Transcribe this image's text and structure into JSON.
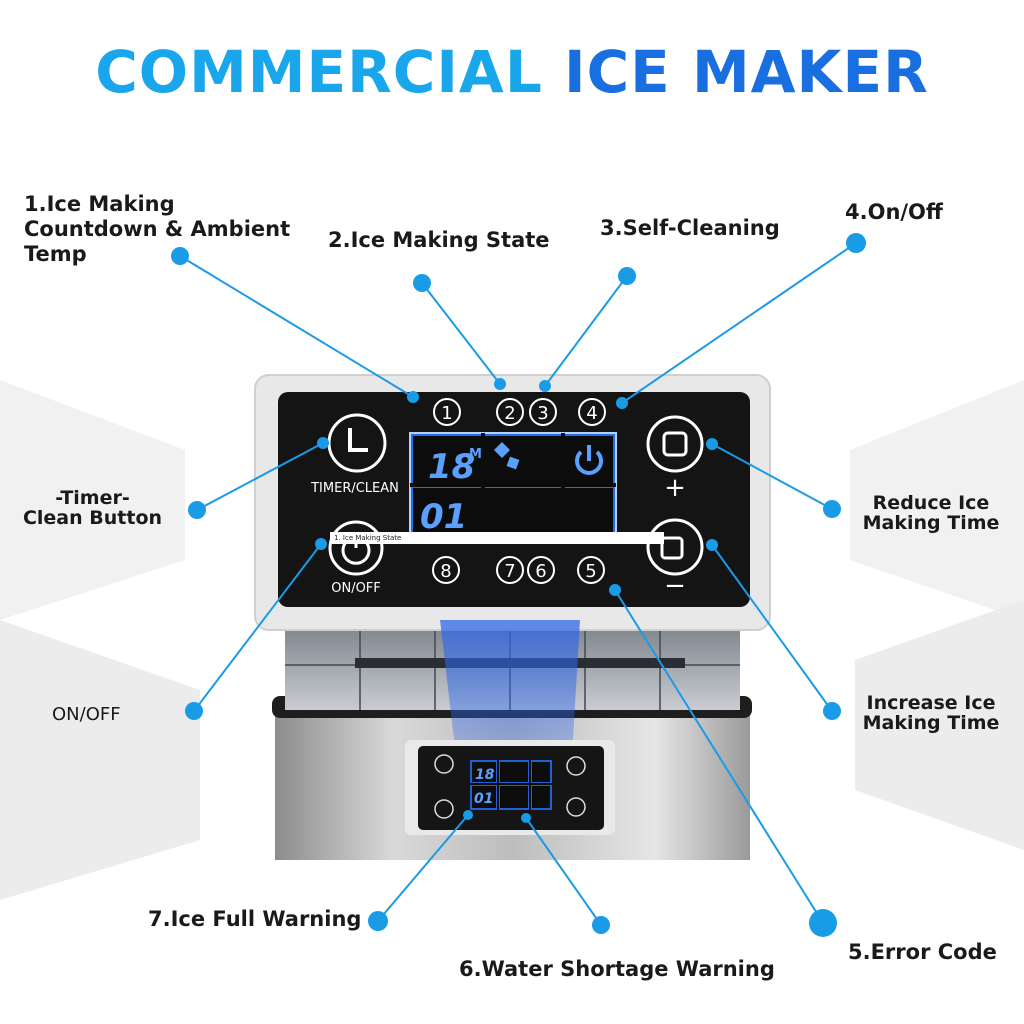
{
  "title": {
    "part1": "COMMERCIAL",
    "part2": "ICE MAKER"
  },
  "labels": {
    "l1_line1": "1.Ice Making",
    "l1_line2": "Countdown & Ambient",
    "l1_line3": "Temp",
    "l2": "2.Ice Making State",
    "l3": "3.Self-Cleaning",
    "l4": "4.On/Off",
    "timer_line1": "-Timer-",
    "timer_line2": "Clean Button",
    "onoff_side": "ON/OFF",
    "reduce_line1": "Reduce Ice",
    "reduce_line2": "Making Time",
    "increase_line1": "Increase Ice",
    "increase_line2": "Making Time",
    "l7": "7.Ice Full Warning",
    "l6": "6.Water Shortage Warning",
    "l5": "5.Error Code"
  },
  "panel": {
    "timer_clean": "TIMER/CLEAN",
    "on_off": "ON/OFF",
    "display_top": "18",
    "display_unit": "M",
    "display_bottom": "01",
    "plus": "+",
    "minus": "−",
    "numbers": {
      "n1": "1",
      "n2": "2",
      "n3": "3",
      "n4": "4",
      "n5": "5",
      "n6": "6",
      "n7": "7",
      "n8": "8"
    },
    "overlay_caption": "1.  Ice Making State"
  },
  "colors": {
    "accent": "#1a9be6",
    "title_light": "#19a6ea",
    "title_dark": "#1a6fe0",
    "panel": "#141414",
    "lcd": "#1f6fe8"
  }
}
